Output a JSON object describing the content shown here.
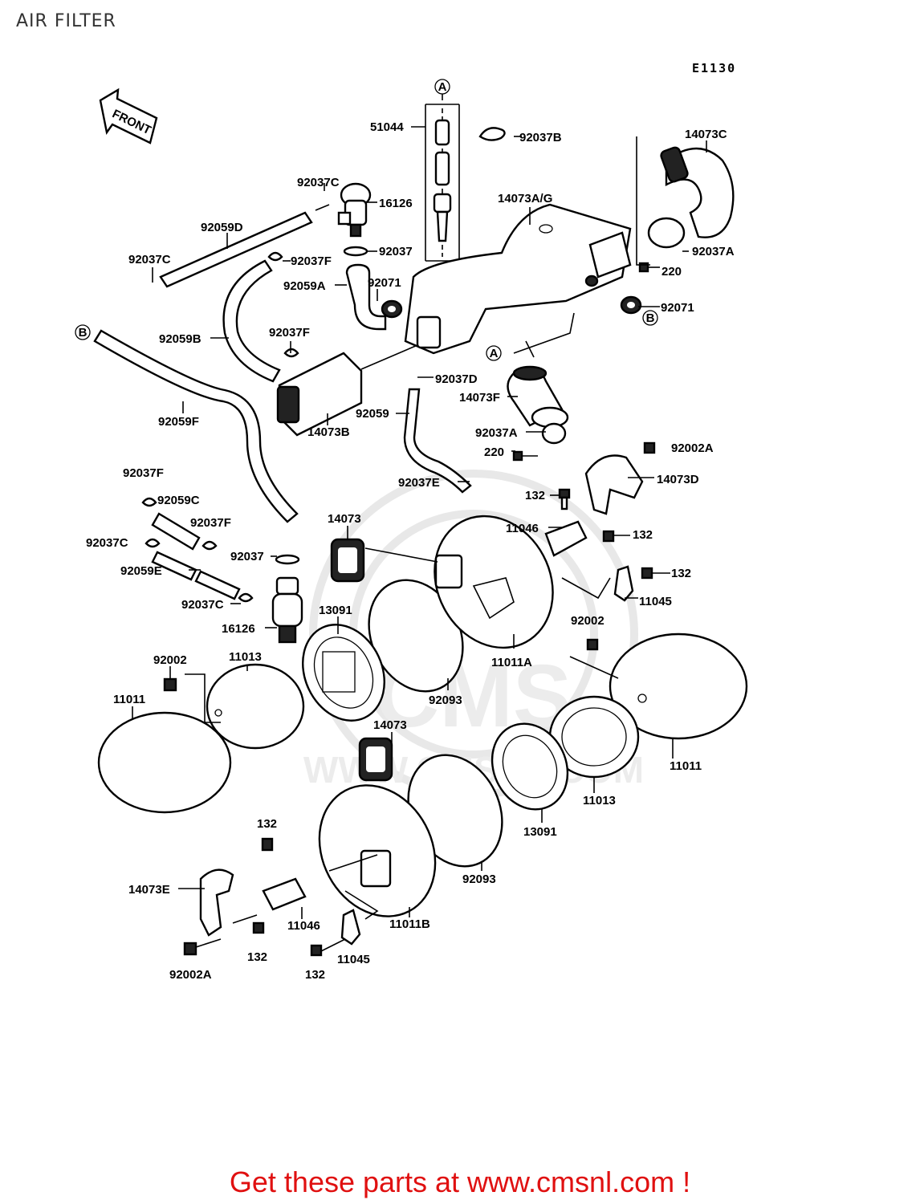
{
  "page": {
    "title": "AIR FILTER",
    "diagram_code": "E1130"
  },
  "watermark": {
    "text": "WWW.CMSNL.COM",
    "logo": "CMS"
  },
  "direction_marker": "FRONT",
  "connectors": [
    "A",
    "B"
  ],
  "labels": {
    "l51044": "51044",
    "l92037B": "92037B",
    "l14073C": "14073C",
    "l92037C_top": "92037C",
    "l16126_top": "16126",
    "l14073AG": "14073A/G",
    "l92059D": "92059D",
    "l92037_top": "92037",
    "l92037C_left": "92037C",
    "l92037F_top": "92037F",
    "l92037A_top": "92037A",
    "l220_top": "220",
    "l92059A": "92059A",
    "l92071_left": "92071",
    "l92071_right": "92071",
    "l92059B": "92059B",
    "l92037F_mid": "92037F",
    "l92037D": "92037D",
    "l14073F": "14073F",
    "l92059": "92059",
    "l92059F": "92059F",
    "l14073B": "14073B",
    "l92037A_mid": "92037A",
    "l220_mid": "220",
    "l92002A_top": "92002A",
    "l92037E": "92037E",
    "l14073D": "14073D",
    "l92037F_low": "92037F",
    "l92059C": "92059C",
    "l132_a": "132",
    "l14073_top": "14073",
    "l11046_top": "11046",
    "l132_b": "132",
    "l92037F_low2": "92037F",
    "l92037C_low": "92037C",
    "l92037_low": "92037",
    "l92059E": "92059E",
    "l132_c": "132",
    "l11045_top": "11045",
    "l92037C_low2": "92037C",
    "l13091_top": "13091",
    "l16126_low": "16126",
    "l92002_right": "92002",
    "l92002_left": "92002",
    "l11013_top": "11013",
    "l11011A": "11011A",
    "l11011_left": "11011",
    "l92093_top": "92093",
    "l14073_mid": "14073",
    "l11011_right": "11011",
    "l11013_right": "11013",
    "l13091_low": "13091",
    "l132_d": "132",
    "l92093_low": "92093",
    "l14073E": "14073E",
    "l11046_low": "11046",
    "l11011B": "11011B",
    "l132_e": "132",
    "l11045_low": "11045",
    "l92002A_low": "92002A",
    "l132_f": "132"
  },
  "footer": {
    "text": "Get these parts at www.cmsnl.com !"
  }
}
